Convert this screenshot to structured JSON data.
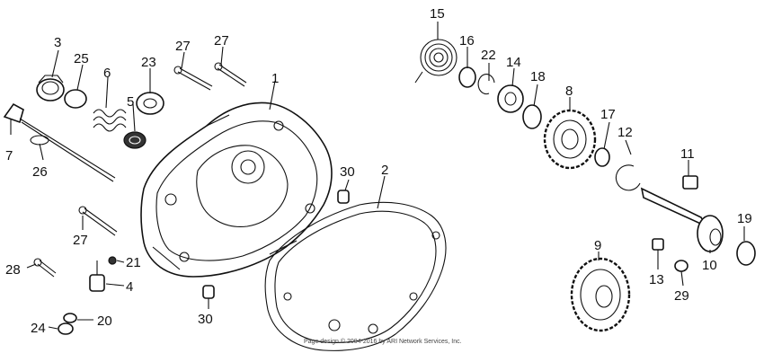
{
  "labels": {
    "p1": "1",
    "p2": "2",
    "p3": "3",
    "p4": "4",
    "p5": "5",
    "p6": "6",
    "p7": "7",
    "p8": "8",
    "p9": "9",
    "p10": "10",
    "p11": "11",
    "p12": "12",
    "p13": "13",
    "p14": "14",
    "p15": "15",
    "p16": "16",
    "p17": "17",
    "p18": "18",
    "p19": "19",
    "p20": "20",
    "p21": "21",
    "p22": "22",
    "p23": "23",
    "p24": "24",
    "p25": "25",
    "p26": "26",
    "p27a": "27",
    "p27b": "27",
    "p27c": "27",
    "p28": "28",
    "p29": "29",
    "p30a": "30",
    "p30b": "30"
  },
  "footer": "Page design © 2004-2016 by ARI Network Services, Inc."
}
